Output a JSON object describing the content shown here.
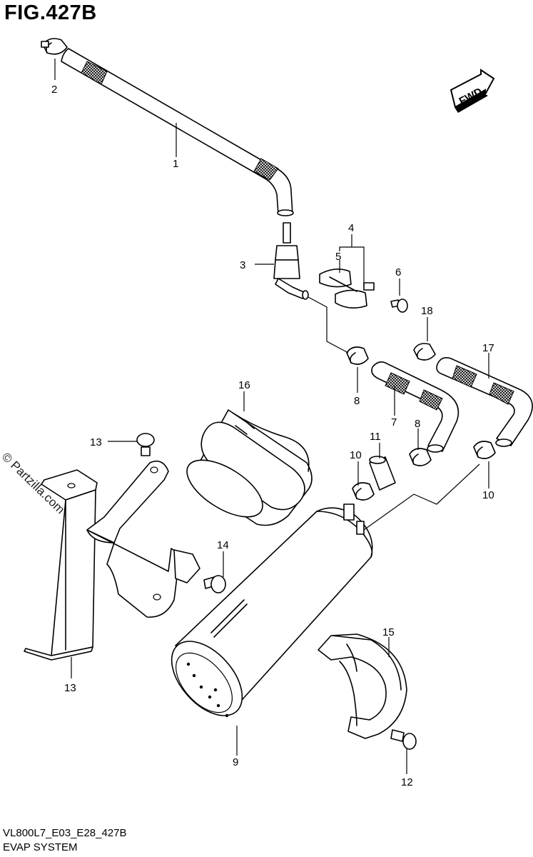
{
  "figure": {
    "title": "FIG.427B",
    "watermark": "© Partzilla.com",
    "forward_badge": "FWD",
    "footer_code": "VL800L7_E03_E28_427B",
    "footer_caption": "EVAP SYSTEM"
  },
  "callouts": [
    {
      "id": "c1",
      "label": "1"
    },
    {
      "id": "c2",
      "label": "2"
    },
    {
      "id": "c3",
      "label": "3"
    },
    {
      "id": "c4",
      "label": "4"
    },
    {
      "id": "c5",
      "label": "5"
    },
    {
      "id": "c6",
      "label": "6"
    },
    {
      "id": "c7",
      "label": "7"
    },
    {
      "id": "c8a",
      "label": "8"
    },
    {
      "id": "c8b",
      "label": "8"
    },
    {
      "id": "c9",
      "label": "9"
    },
    {
      "id": "c10a",
      "label": "10"
    },
    {
      "id": "c10b",
      "label": "10"
    },
    {
      "id": "c11",
      "label": "11"
    },
    {
      "id": "c12",
      "label": "12"
    },
    {
      "id": "c13a",
      "label": "13"
    },
    {
      "id": "c13b",
      "label": "13"
    },
    {
      "id": "c14",
      "label": "14"
    },
    {
      "id": "c15",
      "label": "15"
    },
    {
      "id": "c16",
      "label": "16"
    },
    {
      "id": "c17",
      "label": "17"
    },
    {
      "id": "c18",
      "label": "18"
    }
  ]
}
